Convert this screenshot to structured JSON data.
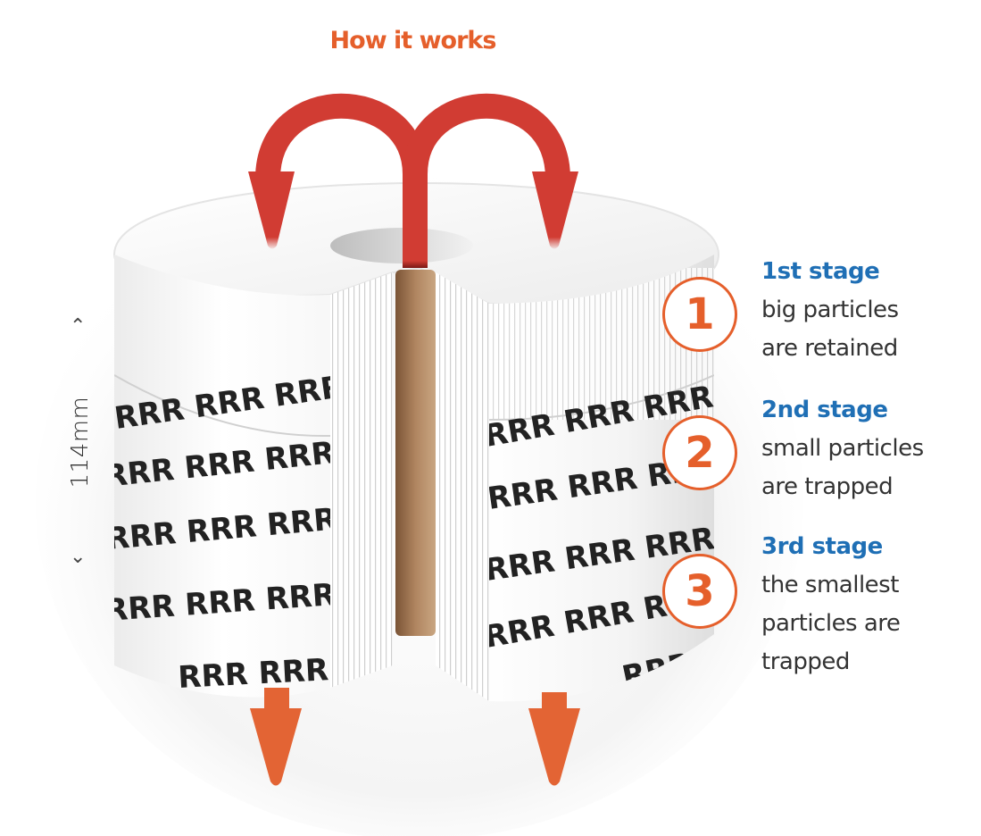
{
  "title": "How it works",
  "dimension": {
    "label": "114mm",
    "up_icon": "chevron-up-icon",
    "down_icon": "chevron-down-icon"
  },
  "filter_print": "RRR",
  "colors": {
    "title": "#e55f2b",
    "stage_heading": "#1f6fb5",
    "stage_text": "#333333",
    "inlet_arrow": "#d13c33",
    "outlet_arrow": "#e36434",
    "core": "#b08560"
  },
  "stages": [
    {
      "number": "1",
      "heading": "1st stage",
      "lines": [
        "big particles",
        "are retained"
      ]
    },
    {
      "number": "2",
      "heading": "2nd stage",
      "lines": [
        "small particles",
        "are trapped"
      ]
    },
    {
      "number": "3",
      "heading": "3rd stage",
      "lines": [
        "the smallest",
        "particles are",
        "trapped"
      ]
    }
  ]
}
